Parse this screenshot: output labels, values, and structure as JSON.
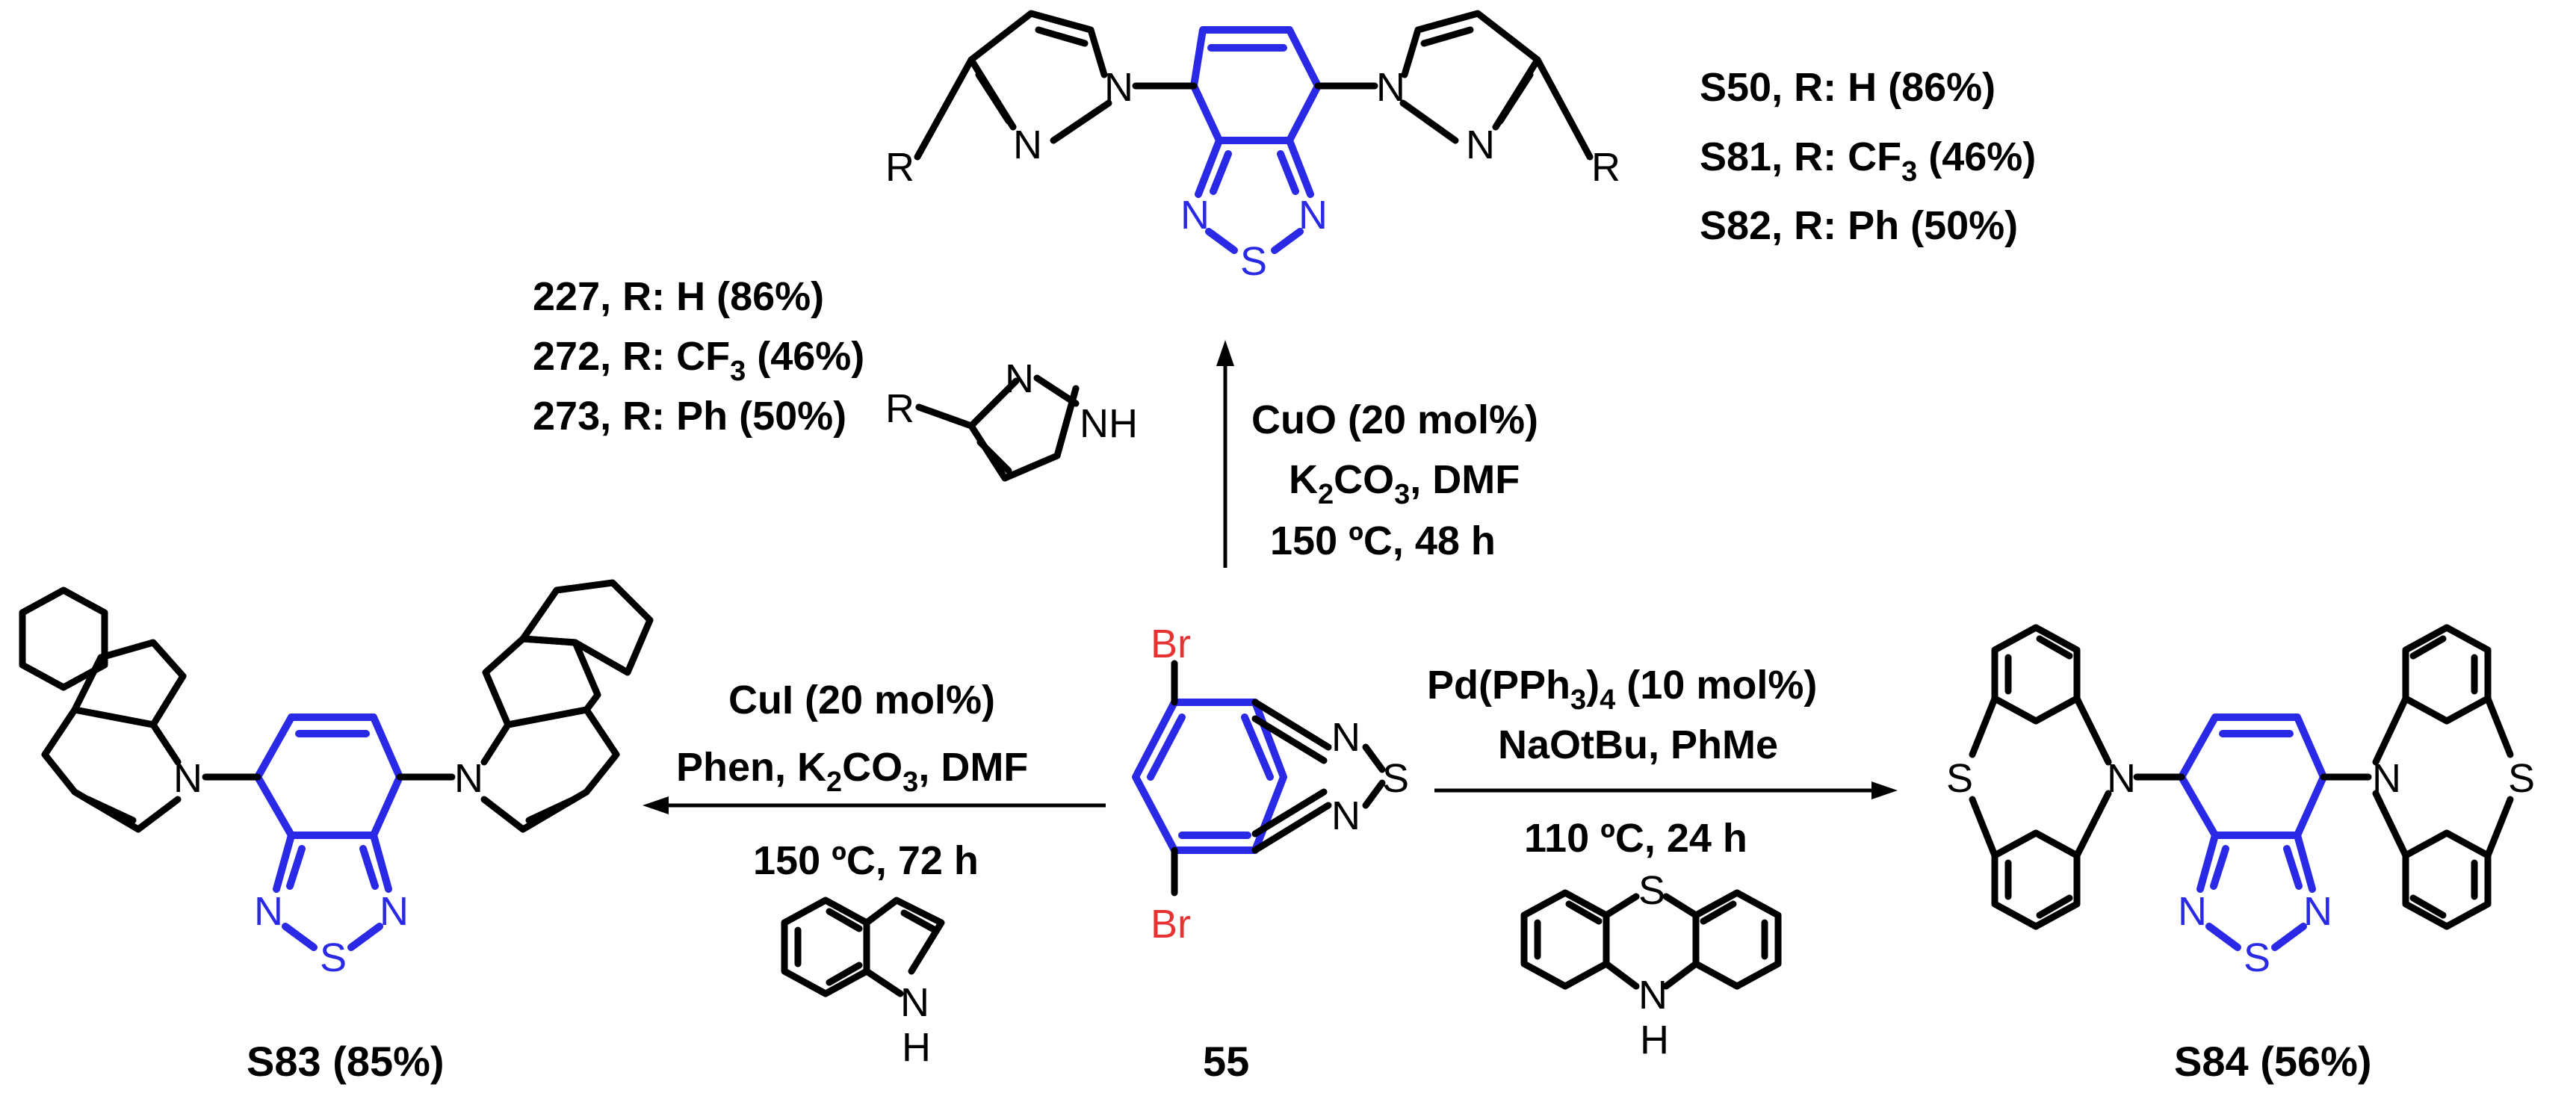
{
  "colors": {
    "core": "#2a2ae6",
    "bromine": "#e63232",
    "bonds": "#000000"
  },
  "atoms": {
    "N": "N",
    "S": "S",
    "R": "R",
    "H": "H",
    "NH": "NH",
    "Br": "Br"
  },
  "top_product_yields": [
    {
      "id": "S50",
      "text": ", R: H (86%)"
    },
    {
      "id": "S81",
      "text": ", R: CF",
      "sub": "3",
      "tail": " (46%)"
    },
    {
      "id": "S82",
      "text": ", R: Ph (50%)"
    }
  ],
  "pyrazole_reagents": [
    {
      "id": "227",
      "text": ", R: H (86%)"
    },
    {
      "id": "272",
      "text": ", R: CF",
      "sub": "3",
      "tail": " (46%)"
    },
    {
      "id": "273",
      "text": ", R: Ph (50%)"
    }
  ],
  "conditions_up": [
    {
      "pre": "CuO (20 mol%)"
    },
    {
      "pre": "K",
      "s1": "2",
      "mid": "CO",
      "s2": "3",
      "post": ", DMF"
    },
    {
      "pre": "150 ºC, 48 h"
    }
  ],
  "conditions_left": [
    {
      "pre": "CuI (20 mol%)"
    },
    {
      "pre": "Phen, K",
      "s1": "2",
      "mid": "CO",
      "s2": "3",
      "post": ", DMF"
    },
    {
      "pre": "150 ºC, 72 h"
    }
  ],
  "conditions_right": [
    {
      "pre": "Pd(PPh",
      "s1": "3",
      "mid": ")",
      "s2": "4",
      "post": " (10 mol%)"
    },
    {
      "pre": "NaOtBu, PhMe"
    },
    {
      "pre": "110 ºC, 24 h"
    }
  ],
  "compounds": {
    "start": "55",
    "left_product": "S83 (85%)",
    "right_product": "S84 (56%)"
  }
}
